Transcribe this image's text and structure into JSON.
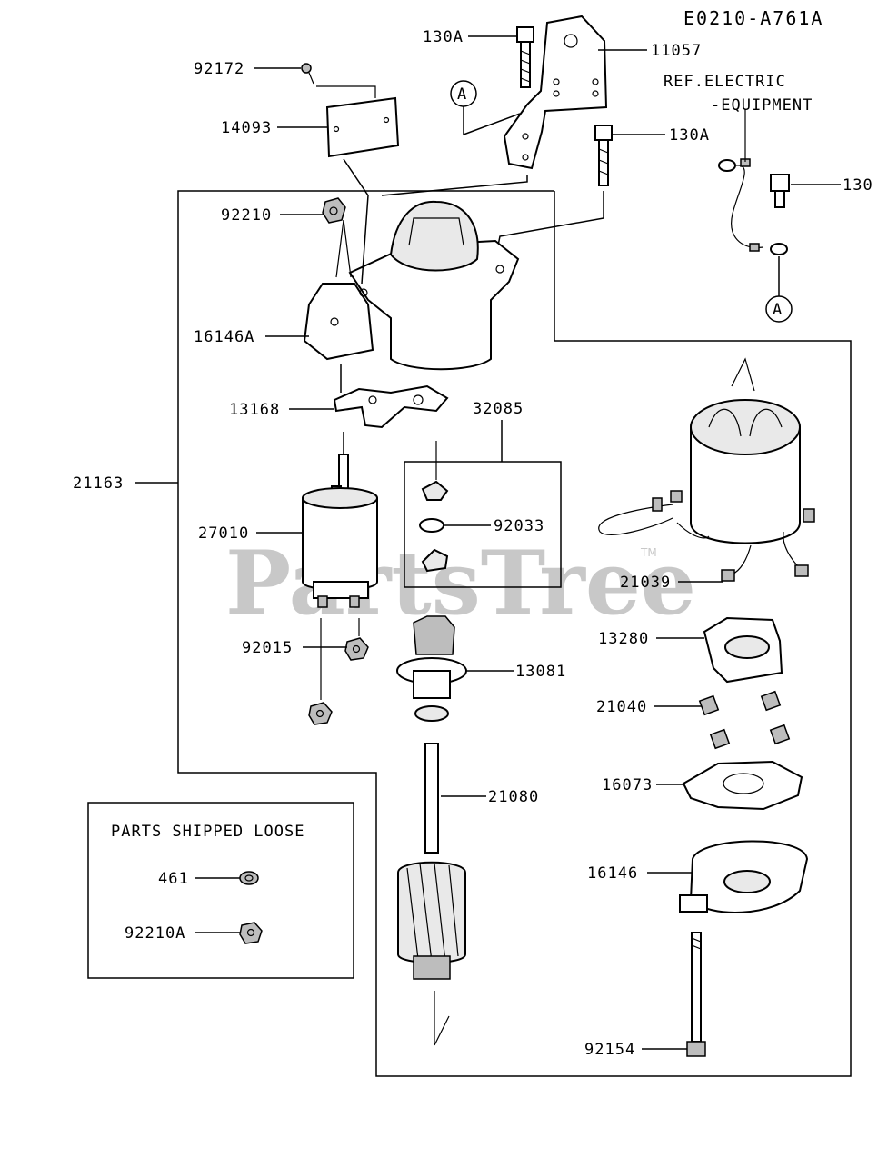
{
  "diagram_id": "E0210-A761A",
  "ref_note_line1": "REF.ELECTRIC",
  "ref_note_line2": "-EQUIPMENT",
  "loose_box_title": "PARTS SHIPPED LOOSE",
  "watermark": "PartsTree",
  "watermark_tm": "TM",
  "callout_marker": "A",
  "parts": {
    "p92172": "92172",
    "p14093": "14093",
    "p130A_top": "130A",
    "p11057": "11057",
    "p130A_mid": "130A",
    "p130": "130",
    "p92210": "92210",
    "p16146A": "16146A",
    "p13168": "13168",
    "p32085": "32085",
    "p21163": "21163",
    "p27010": "27010",
    "p92033": "92033",
    "p21039": "21039",
    "p92015": "92015",
    "p13081": "13081",
    "p13280": "13280",
    "p21040": "21040",
    "p16073": "16073",
    "p21080": "21080",
    "p461": "461",
    "p92210A": "92210A",
    "p16146": "16146",
    "p92154": "92154"
  }
}
